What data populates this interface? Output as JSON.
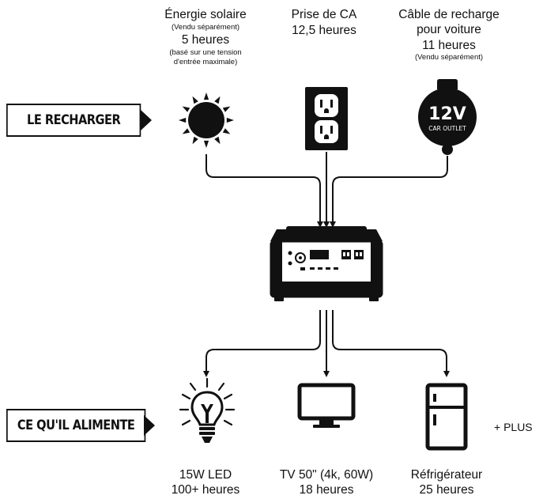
{
  "recharge": {
    "label": "LE RECHARGER",
    "solar": {
      "title": "Énergie solaire",
      "note": "(Vendu séparément)",
      "time": "5 heures",
      "detail_line1": "(basé sur une tension",
      "detail_line2": "d'entrée maximale)"
    },
    "ac": {
      "title": "Prise de CA",
      "time": "12,5 heures"
    },
    "car": {
      "title_line1": "Câble de recharge",
      "title_line2": "pour voiture",
      "time": "11 heures",
      "note": "(Vendu séparément)",
      "icon_big": "12V",
      "icon_small": "CAR OUTLET"
    }
  },
  "powers": {
    "label": "CE QU'IL ALIMENTE",
    "more": "+ PLUS",
    "led": {
      "name": "15W LED",
      "time": "100+ heures"
    },
    "tv": {
      "name": "TV 50\" (4k, 60W)",
      "time": "18 heures"
    },
    "fridge": {
      "name": "Réfrigérateur",
      "time": "25 heures"
    }
  },
  "icons": {
    "solar": "sun-icon",
    "ac": "ac-outlet-icon",
    "car": "car-outlet-icon",
    "station": "power-station-icon",
    "led": "light-bulb-icon",
    "tv": "tv-monitor-icon",
    "fridge": "refrigerator-icon"
  },
  "colors": {
    "ink": "#111111",
    "background": "#ffffff"
  }
}
